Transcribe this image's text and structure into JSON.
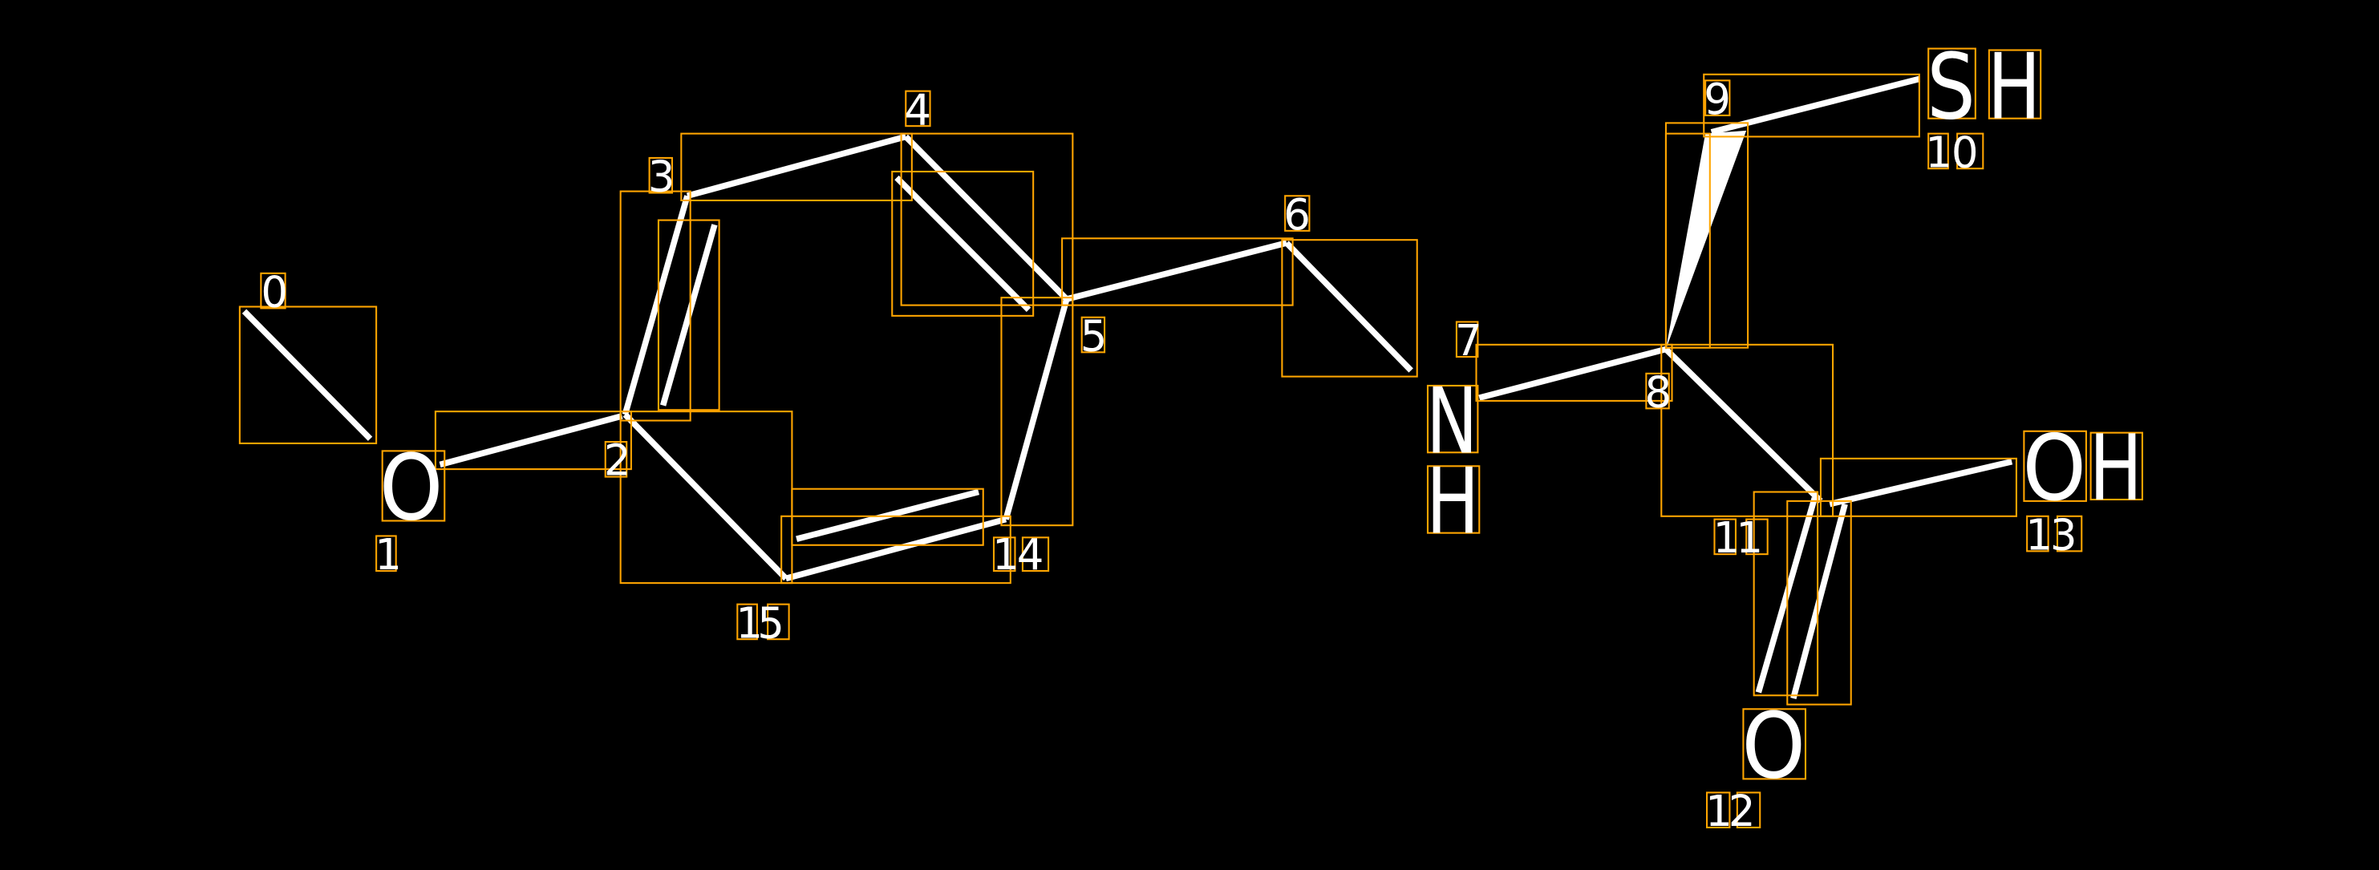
{
  "diagram": {
    "type": "molecule-annotation",
    "colors": {
      "background": "#000000",
      "bond": "#ffffff",
      "box": "#ffa500"
    },
    "atoms": [
      {
        "index": "0",
        "symbol": ""
      },
      {
        "index": "1",
        "symbol": "O"
      },
      {
        "index": "2",
        "symbol": ""
      },
      {
        "index": "3",
        "symbol": ""
      },
      {
        "index": "4",
        "symbol": ""
      },
      {
        "index": "5",
        "symbol": ""
      },
      {
        "index": "6",
        "symbol": ""
      },
      {
        "index": "7",
        "symbol": "N",
        "h": "H"
      },
      {
        "index": "8",
        "symbol": ""
      },
      {
        "index": "9",
        "symbol": ""
      },
      {
        "index": "10",
        "symbol": "S",
        "h": "H"
      },
      {
        "index": "11",
        "symbol": ""
      },
      {
        "index": "12",
        "symbol": "O"
      },
      {
        "index": "13",
        "symbol": "O",
        "h": "H"
      },
      {
        "index": "14",
        "symbol": ""
      },
      {
        "index": "15",
        "symbol": ""
      }
    ]
  }
}
